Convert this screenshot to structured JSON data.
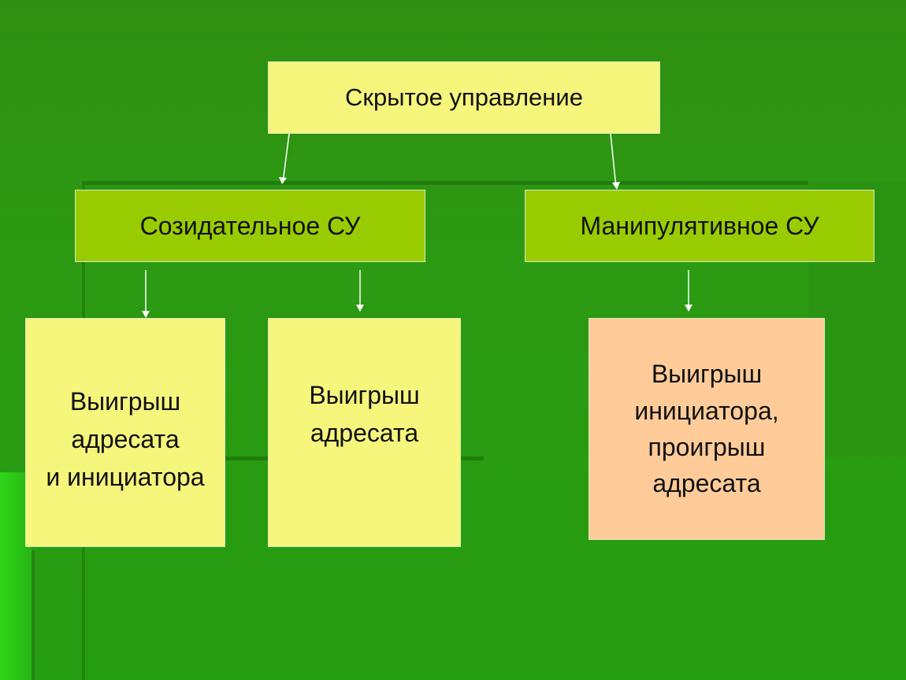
{
  "diagram": {
    "root": {
      "label": "Скрытое управление"
    },
    "branches": [
      {
        "label": "Созидательное СУ"
      },
      {
        "label": "Манипулятивное СУ"
      }
    ],
    "leaves": [
      {
        "label": "Выигрыш\nадресата\nи инициатора"
      },
      {
        "label": "Выигрыш\nадресата"
      },
      {
        "label": "Выигрыш\nинициатора,\nпроигрыш\nадресата"
      }
    ]
  },
  "colors": {
    "background": "#2c9a12",
    "root_box": "#f6f57c",
    "branch_box": "#99cc00",
    "leaf_yellow": "#f6f57c",
    "leaf_peach": "#ffcc99",
    "arrow": "#ffffff"
  }
}
